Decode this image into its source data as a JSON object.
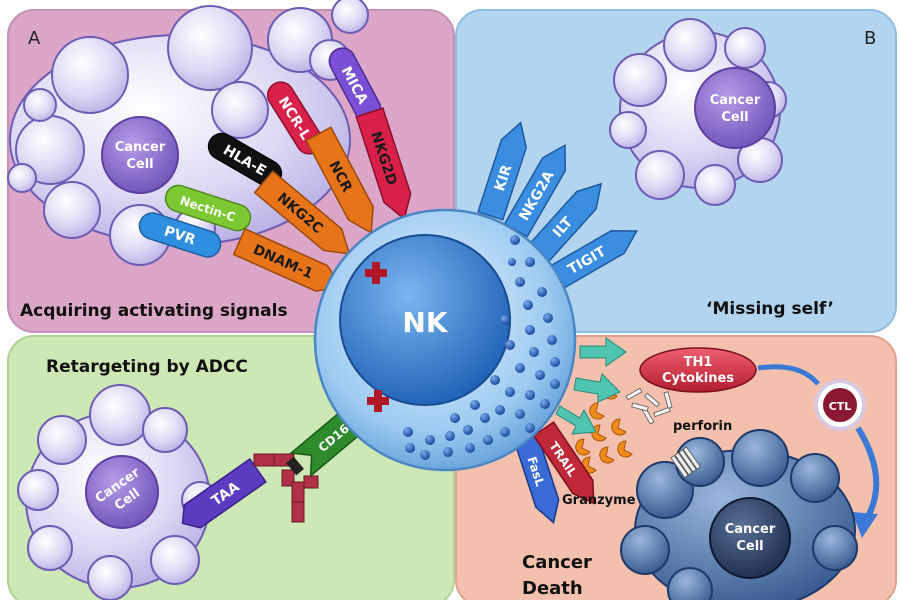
{
  "panels": {
    "a": {
      "letter": "A",
      "caption": "Acquiring activating signals"
    },
    "b": {
      "letter": "B",
      "caption": "‘Missing self’"
    },
    "c": {
      "caption": "Retargeting by ADCC"
    },
    "d": {
      "caption_line1": "Cancer",
      "caption_line2": "Death"
    }
  },
  "nk_label": "NK",
  "cancer_cell": {
    "line1": "Cancer",
    "line2": "Cell"
  },
  "activating_receptors": [
    {
      "name": "DNAM-1",
      "color": "#e8741a"
    },
    {
      "name": "NKG2C",
      "color": "#e8741a"
    },
    {
      "name": "NCR",
      "color": "#e8741a"
    },
    {
      "name": "NKG2D",
      "color": "#d8204a"
    }
  ],
  "ligands": [
    {
      "name": "PVR",
      "color": "#2e8fe0"
    },
    {
      "name": "Nectin-C",
      "color": "#7cc833"
    },
    {
      "name": "HLA-E",
      "color": "#111111"
    },
    {
      "name": "NCR-L",
      "color": "#d8204a"
    },
    {
      "name": "MICA",
      "color": "#7a4fd6"
    }
  ],
  "inhibitory_receptors": [
    {
      "name": "KIR",
      "color": "#3a8de0"
    },
    {
      "name": "NKG2A",
      "color": "#3a8de0"
    },
    {
      "name": "ILT",
      "color": "#3a8de0"
    },
    {
      "name": "TIGIT",
      "color": "#3a8de0"
    }
  ],
  "adcc": {
    "cd16": "CD16",
    "taa": "TAA"
  },
  "death": {
    "fasl": "FasL",
    "trail": "TRAIL",
    "granzyme": "Granzyme",
    "perforin": "perforin",
    "th1_line1": "TH1",
    "th1_line2": "Cytokines",
    "ctl": "CTL"
  }
}
